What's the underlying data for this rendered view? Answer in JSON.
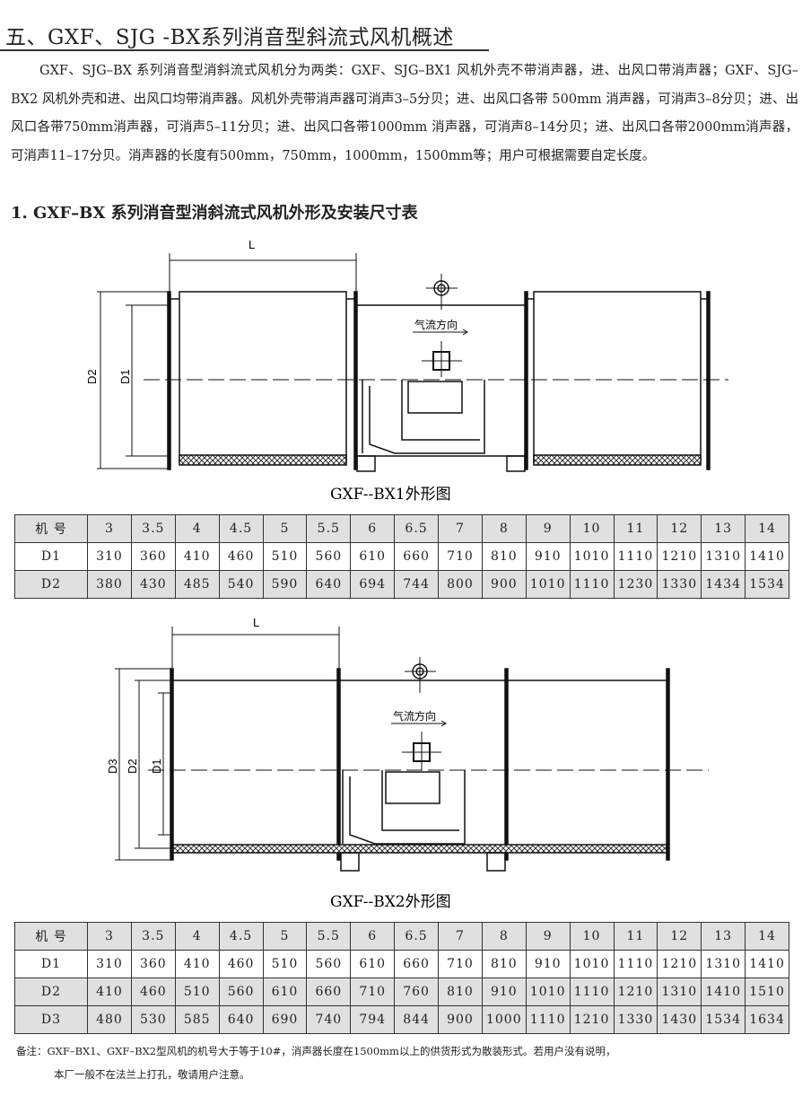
{
  "title": "五、GXF、SJG -BX系列消音型斜流式风机概述",
  "intro": "GXF、SJG–BX 系列消音型消斜流式风机分为两类：GXF、SJG–BX1 风机外壳不带消声器，进、出风口带消声器；GXF、SJG–BX2 风机外壳和进、出风口均带消声器。风机外壳带消声器可消声3–5分贝；进、出风口各带 500mm 消声器，可消声3–8分贝；进、出风口各带750mm消声器，可消声5–11分贝；进、出风口各带1000mm 消声器，可消声8–14分贝；进、出风口各带2000mm消声器，可消声11–17分贝。消声器的长度有500mm，750mm，1000mm，1500mm等；用户可根据需要自定长度。",
  "section_heading": "1. GXF–BX 系列消音型消斜流式风机外形及安装尺寸表",
  "diagram1": {
    "caption": "GXF--BX1外形图",
    "dim_L": "L",
    "dim_D1": "D1",
    "dim_D2": "D2",
    "airflow": "气流方向"
  },
  "diagram2": {
    "caption": "GXF--BX2外形图",
    "dim_L": "L",
    "dim_D1": "D1",
    "dim_D2": "D2",
    "dim_D3": "D3",
    "airflow": "气流方向"
  },
  "table1": {
    "rows": [
      {
        "label": "机 号",
        "values": [
          "3",
          "3.5",
          "4",
          "4.5",
          "5",
          "5.5",
          "6",
          "6.5",
          "7",
          "8",
          "9",
          "10",
          "11",
          "12",
          "13",
          "14"
        ]
      },
      {
        "label": "D1",
        "values": [
          "310",
          "360",
          "410",
          "460",
          "510",
          "560",
          "610",
          "660",
          "710",
          "810",
          "910",
          "1010",
          "1110",
          "1210",
          "1310",
          "1410"
        ]
      },
      {
        "label": "D2",
        "values": [
          "380",
          "430",
          "485",
          "540",
          "590",
          "640",
          "694",
          "744",
          "800",
          "900",
          "1010",
          "1110",
          "1230",
          "1330",
          "1434",
          "1534"
        ]
      }
    ]
  },
  "table2": {
    "rows": [
      {
        "label": "机 号",
        "values": [
          "3",
          "3.5",
          "4",
          "4.5",
          "5",
          "5.5",
          "6",
          "6.5",
          "7",
          "8",
          "9",
          "10",
          "11",
          "12",
          "13",
          "14"
        ]
      },
      {
        "label": "D1",
        "values": [
          "310",
          "360",
          "410",
          "460",
          "510",
          "560",
          "610",
          "660",
          "710",
          "810",
          "910",
          "1010",
          "1110",
          "1210",
          "1310",
          "1410"
        ]
      },
      {
        "label": "D2",
        "values": [
          "410",
          "460",
          "510",
          "560",
          "610",
          "660",
          "710",
          "760",
          "810",
          "910",
          "1010",
          "1110",
          "1210",
          "1310",
          "1410",
          "1510"
        ]
      },
      {
        "label": "D3",
        "values": [
          "480",
          "530",
          "585",
          "640",
          "690",
          "740",
          "794",
          "844",
          "900",
          "1000",
          "1110",
          "1210",
          "1330",
          "1430",
          "1534",
          "1634"
        ]
      }
    ]
  },
  "note": {
    "line1": "备注：GXF–BX1、GXF–BX2型风机的机号大于等于10#，消声器长度在1500mm以上的供货形式为散装形式。若用户没有说明，",
    "line2": "本厂一般不在法兰上打孔，敬请用户注意。"
  }
}
